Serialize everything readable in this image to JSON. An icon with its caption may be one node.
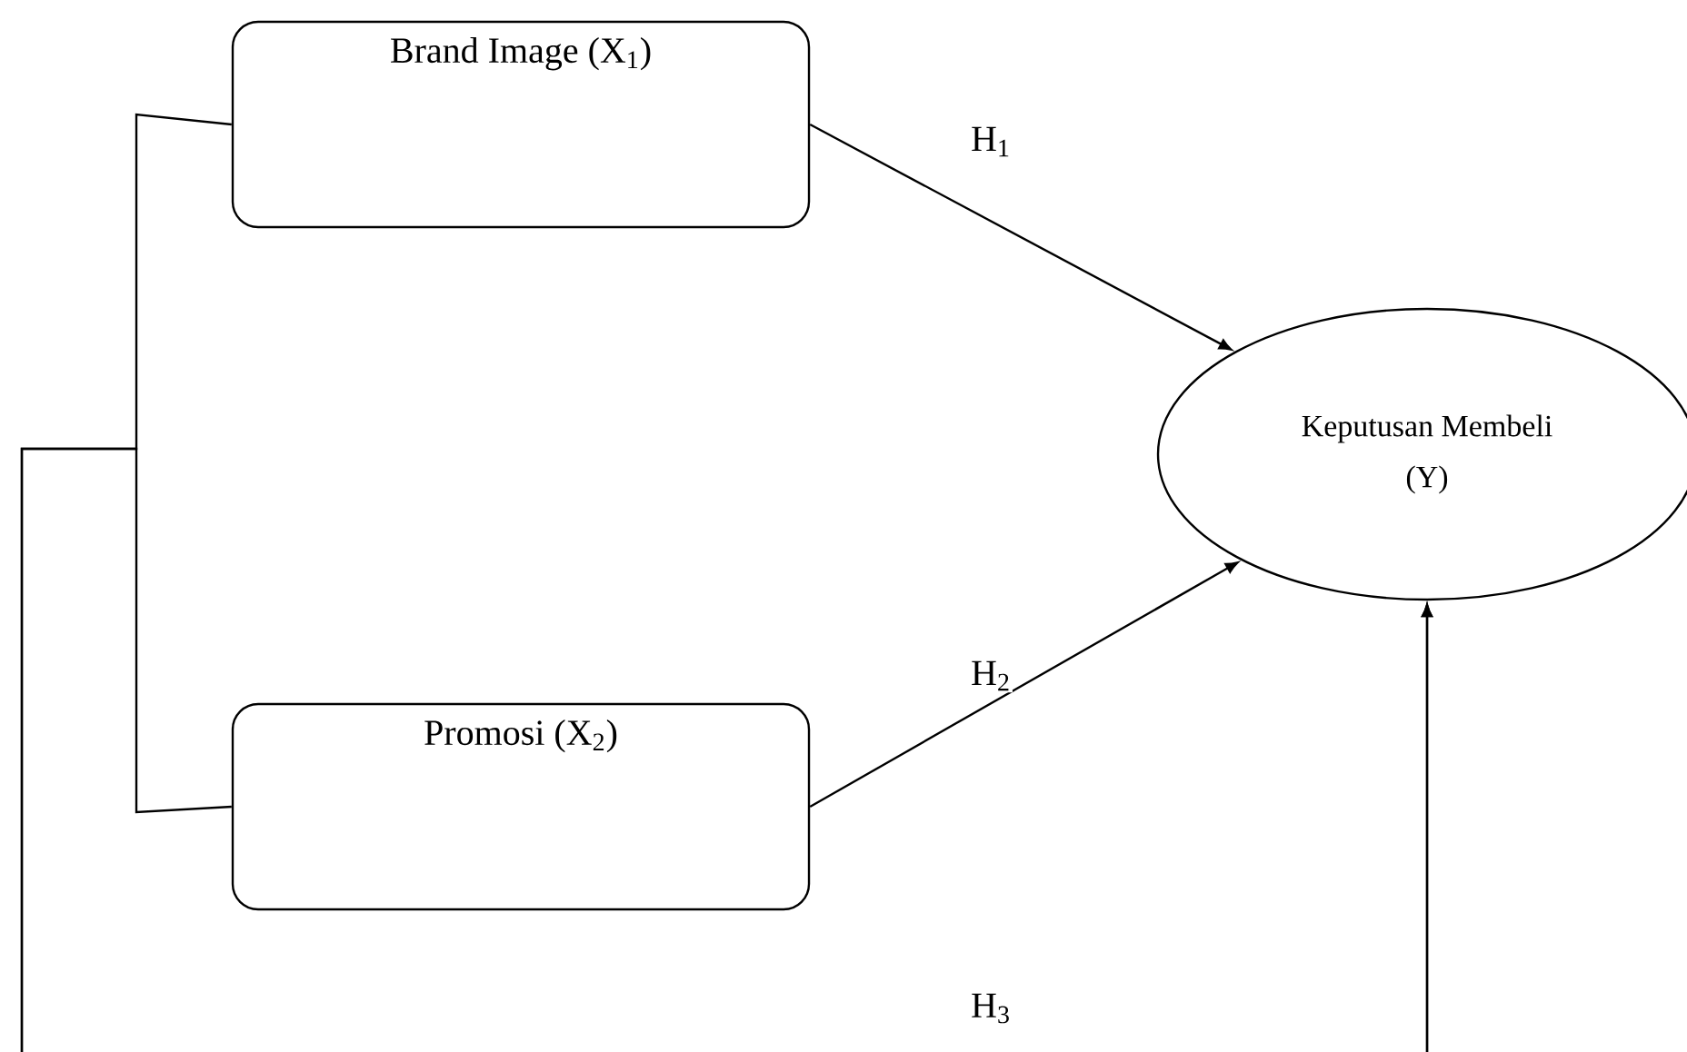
{
  "diagram": {
    "nodes": [
      {
        "text": [
          "Brand Image (X$_{1}$)"
        ]
      },
      {
        "text": [
          "Promosi (X$_{2}$)"
        ]
      },
      {
        "text": [
          "Keputusan Membeli (Y)"
        ]
      }
    ],
    "edges": [
      {
        "from": 0,
        "to": 2,
        "arrow": "to",
        "label": "H$_{1}$"
      },
      {
        "from": 1,
        "to": 2,
        "arrow": "to",
        "label": "H$_{2}$"
      },
      {
        "from": 0,
        "to": 2,
        "arrow": "to",
        "label": "H$_{3}$"
      },
      {
        "from": 1,
        "to": 2,
        "arrow": "to"
      }
    ]
  }
}
